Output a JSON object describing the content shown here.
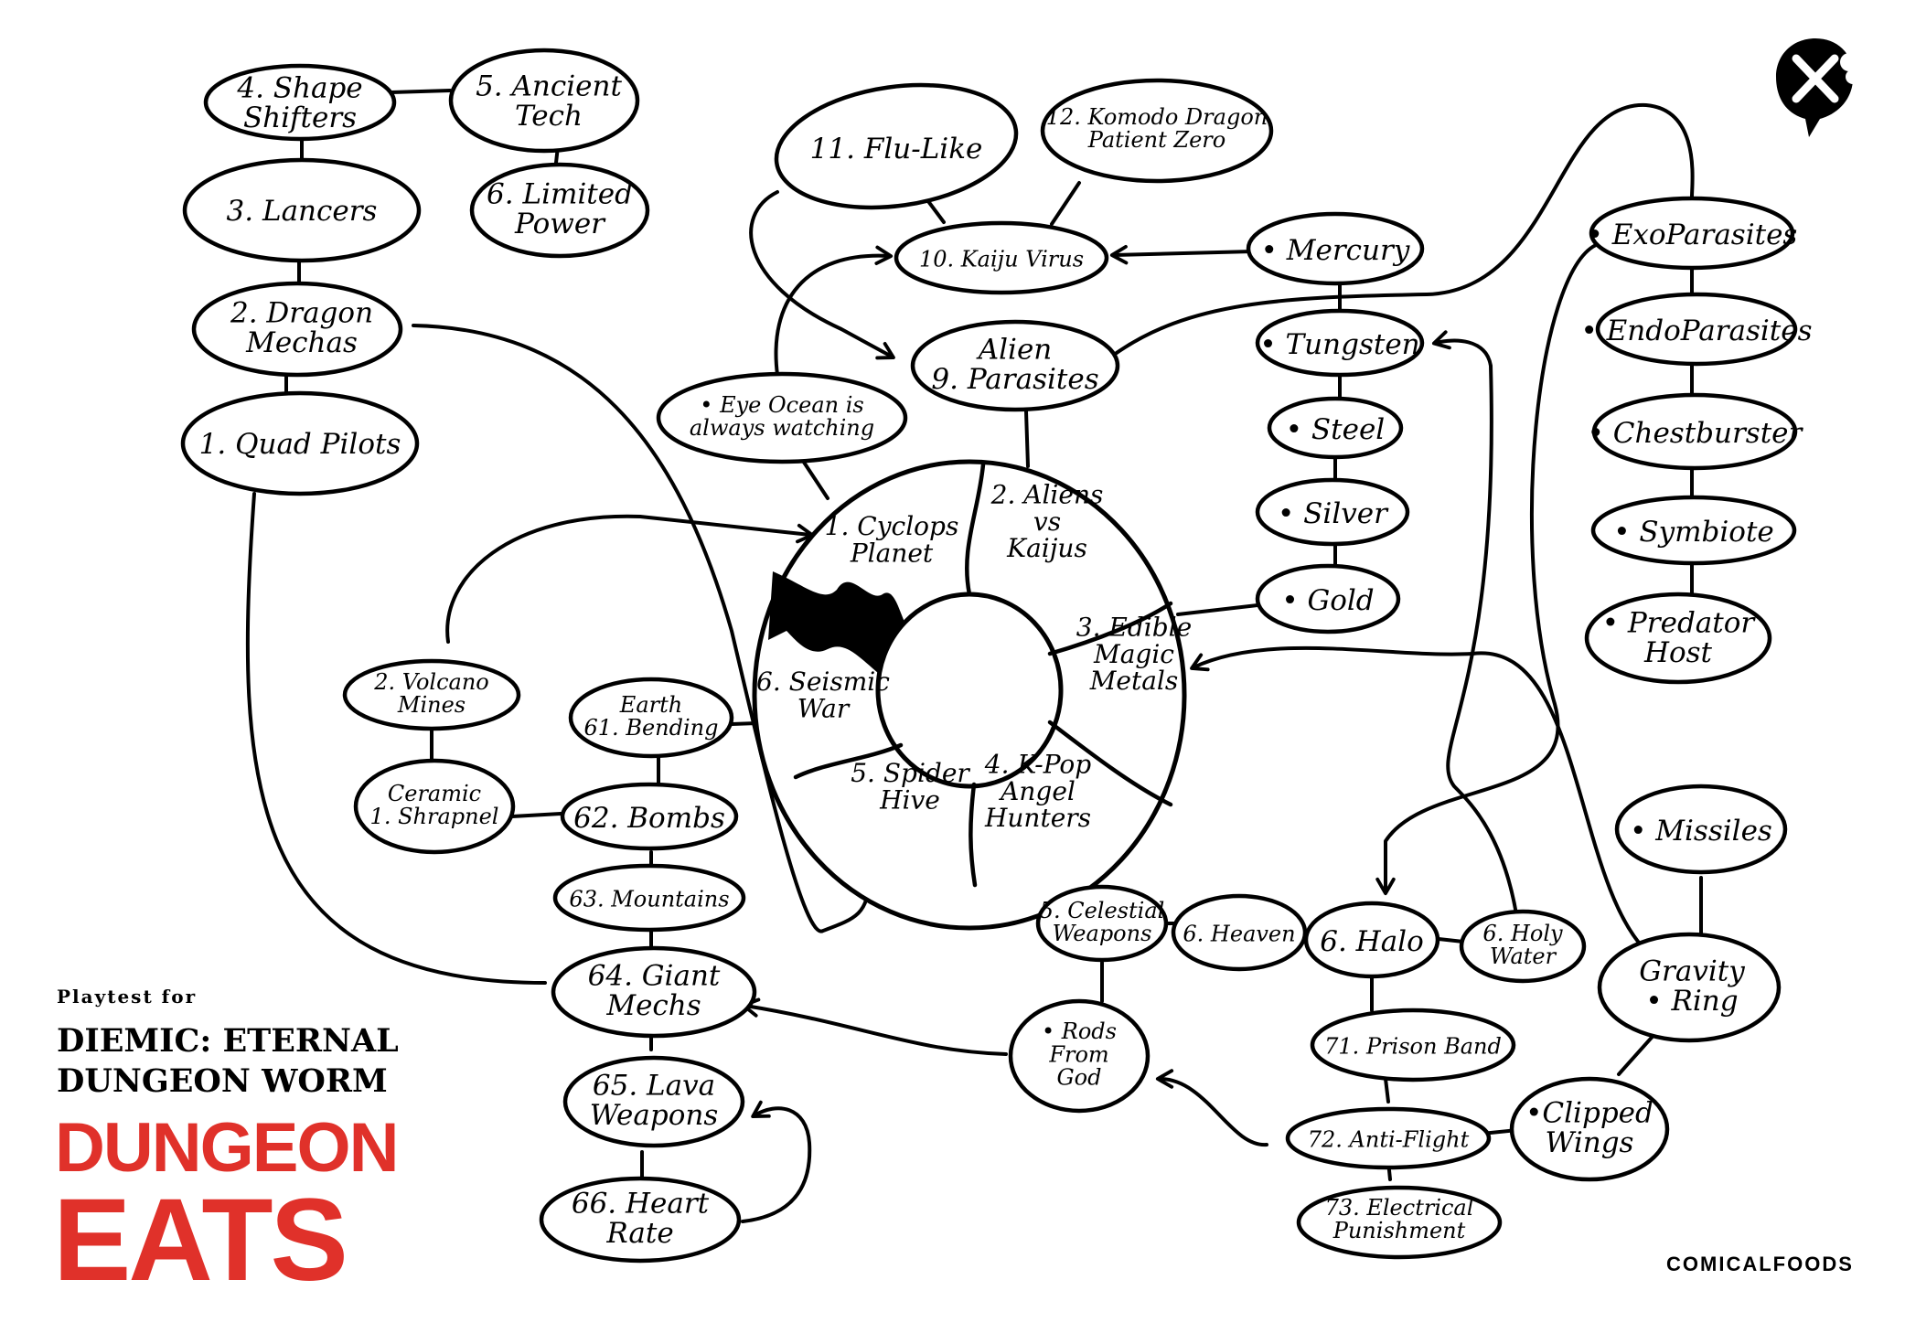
{
  "nodes": [
    {
      "id": "shape-shifters",
      "lines": [
        "4. Shape",
        "Shifters"
      ]
    },
    {
      "id": "ancient-tech",
      "lines": [
        "5. Ancient",
        "Tech"
      ]
    },
    {
      "id": "limited-power",
      "lines": [
        "6. Limited",
        "Power"
      ]
    },
    {
      "id": "lancers",
      "lines": [
        "3. Lancers"
      ]
    },
    {
      "id": "dragon-mechas",
      "lines": [
        "2. Dragon",
        "Mechas"
      ]
    },
    {
      "id": "quad-pilots",
      "lines": [
        "1. Quad Pilots"
      ]
    },
    {
      "id": "flu-like",
      "lines": [
        "11. Flu-Like"
      ]
    },
    {
      "id": "komodo-dragon",
      "lines": [
        "12. Komodo Dragon",
        "Patient Zero"
      ]
    },
    {
      "id": "kaiju-virus",
      "lines": [
        "10. Kaiju Virus"
      ]
    },
    {
      "id": "alien-parasites",
      "lines": [
        "Alien",
        "9. Parasites"
      ]
    },
    {
      "id": "eye-ocean",
      "lines": [
        "• Eye Ocean is",
        "always watching"
      ]
    },
    {
      "id": "mercury",
      "lines": [
        "• Mercury"
      ]
    },
    {
      "id": "tungsten",
      "lines": [
        "• Tungsten"
      ]
    },
    {
      "id": "steel",
      "lines": [
        "• Steel"
      ]
    },
    {
      "id": "silver",
      "lines": [
        "• Silver"
      ]
    },
    {
      "id": "gold",
      "lines": [
        "• Gold"
      ]
    },
    {
      "id": "exoparasites",
      "lines": [
        "• ExoParasites"
      ]
    },
    {
      "id": "endoparasites",
      "lines": [
        "• EndoParasites"
      ]
    },
    {
      "id": "chestburster",
      "lines": [
        "• Chestburster"
      ]
    },
    {
      "id": "symbiote",
      "lines": [
        "• Symbiote"
      ]
    },
    {
      "id": "predator-host",
      "lines": [
        "• Predator",
        "Host"
      ]
    },
    {
      "id": "volcano-mines",
      "lines": [
        "2. Volcano",
        "Mines"
      ]
    },
    {
      "id": "ceramic-shrapnel",
      "lines": [
        "Ceramic",
        "1. Shrapnel"
      ]
    },
    {
      "id": "earth-bending",
      "lines": [
        "Earth",
        "61. Bending"
      ]
    },
    {
      "id": "bombs",
      "lines": [
        "62. Bombs"
      ]
    },
    {
      "id": "mountains",
      "lines": [
        "63. Mountains"
      ]
    },
    {
      "id": "giant-mechs",
      "lines": [
        "64. Giant",
        "Mechs"
      ]
    },
    {
      "id": "lava-weapons",
      "lines": [
        "65. Lava",
        "Weapons"
      ]
    },
    {
      "id": "heart-rate",
      "lines": [
        "66. Heart",
        "Rate"
      ]
    },
    {
      "id": "celestial-weapons",
      "lines": [
        "5. Celestial",
        "Weapons"
      ]
    },
    {
      "id": "heaven",
      "lines": [
        "6. Heaven"
      ]
    },
    {
      "id": "halo",
      "lines": [
        "6. Halo"
      ]
    },
    {
      "id": "holy-water",
      "lines": [
        "6. Holy",
        "Water"
      ]
    },
    {
      "id": "rods-from-god",
      "lines": [
        "• Rods",
        "From",
        "God"
      ]
    },
    {
      "id": "prison-band",
      "lines": [
        "71. Prison Band"
      ]
    },
    {
      "id": "anti-flight",
      "lines": [
        "72. Anti-Flight"
      ]
    },
    {
      "id": "electrical-punishment",
      "lines": [
        "73. Electrical",
        "Punishment"
      ]
    },
    {
      "id": "missiles",
      "lines": [
        "• Missiles"
      ]
    },
    {
      "id": "gravity-ring",
      "lines": [
        "Gravity",
        "• Ring"
      ]
    },
    {
      "id": "clipped-wings",
      "lines": [
        "•Clipped",
        "Wings"
      ]
    }
  ],
  "wheel": {
    "segments": [
      {
        "id": "cyclops-planet",
        "lines": [
          "1. Cyclops",
          "Planet"
        ]
      },
      {
        "id": "aliens-vs-kaijus",
        "lines": [
          "2. Aliens",
          "vs",
          "Kaijus"
        ]
      },
      {
        "id": "edible-magic-metals",
        "lines": [
          "3. Edible",
          "Magic",
          "Metals"
        ]
      },
      {
        "id": "kpop-angel-hunters",
        "lines": [
          "4. K-Pop",
          "Angel",
          "Hunters"
        ]
      },
      {
        "id": "spider-hive",
        "lines": [
          "5. Spider",
          "Hive"
        ]
      },
      {
        "id": "seismic-war",
        "lines": [
          "6. Seismic",
          "War"
        ]
      }
    ]
  },
  "branding": {
    "playtest_for": "Playtest for",
    "game_title_line1": "DIEMIC: ETERNAL",
    "game_title_line2": "DUNGEON WORM",
    "logo_line1": "DUNGEON",
    "logo_line2": "EATS",
    "brand": "COMICALFOODS",
    "logo_color": "#e0312a"
  }
}
